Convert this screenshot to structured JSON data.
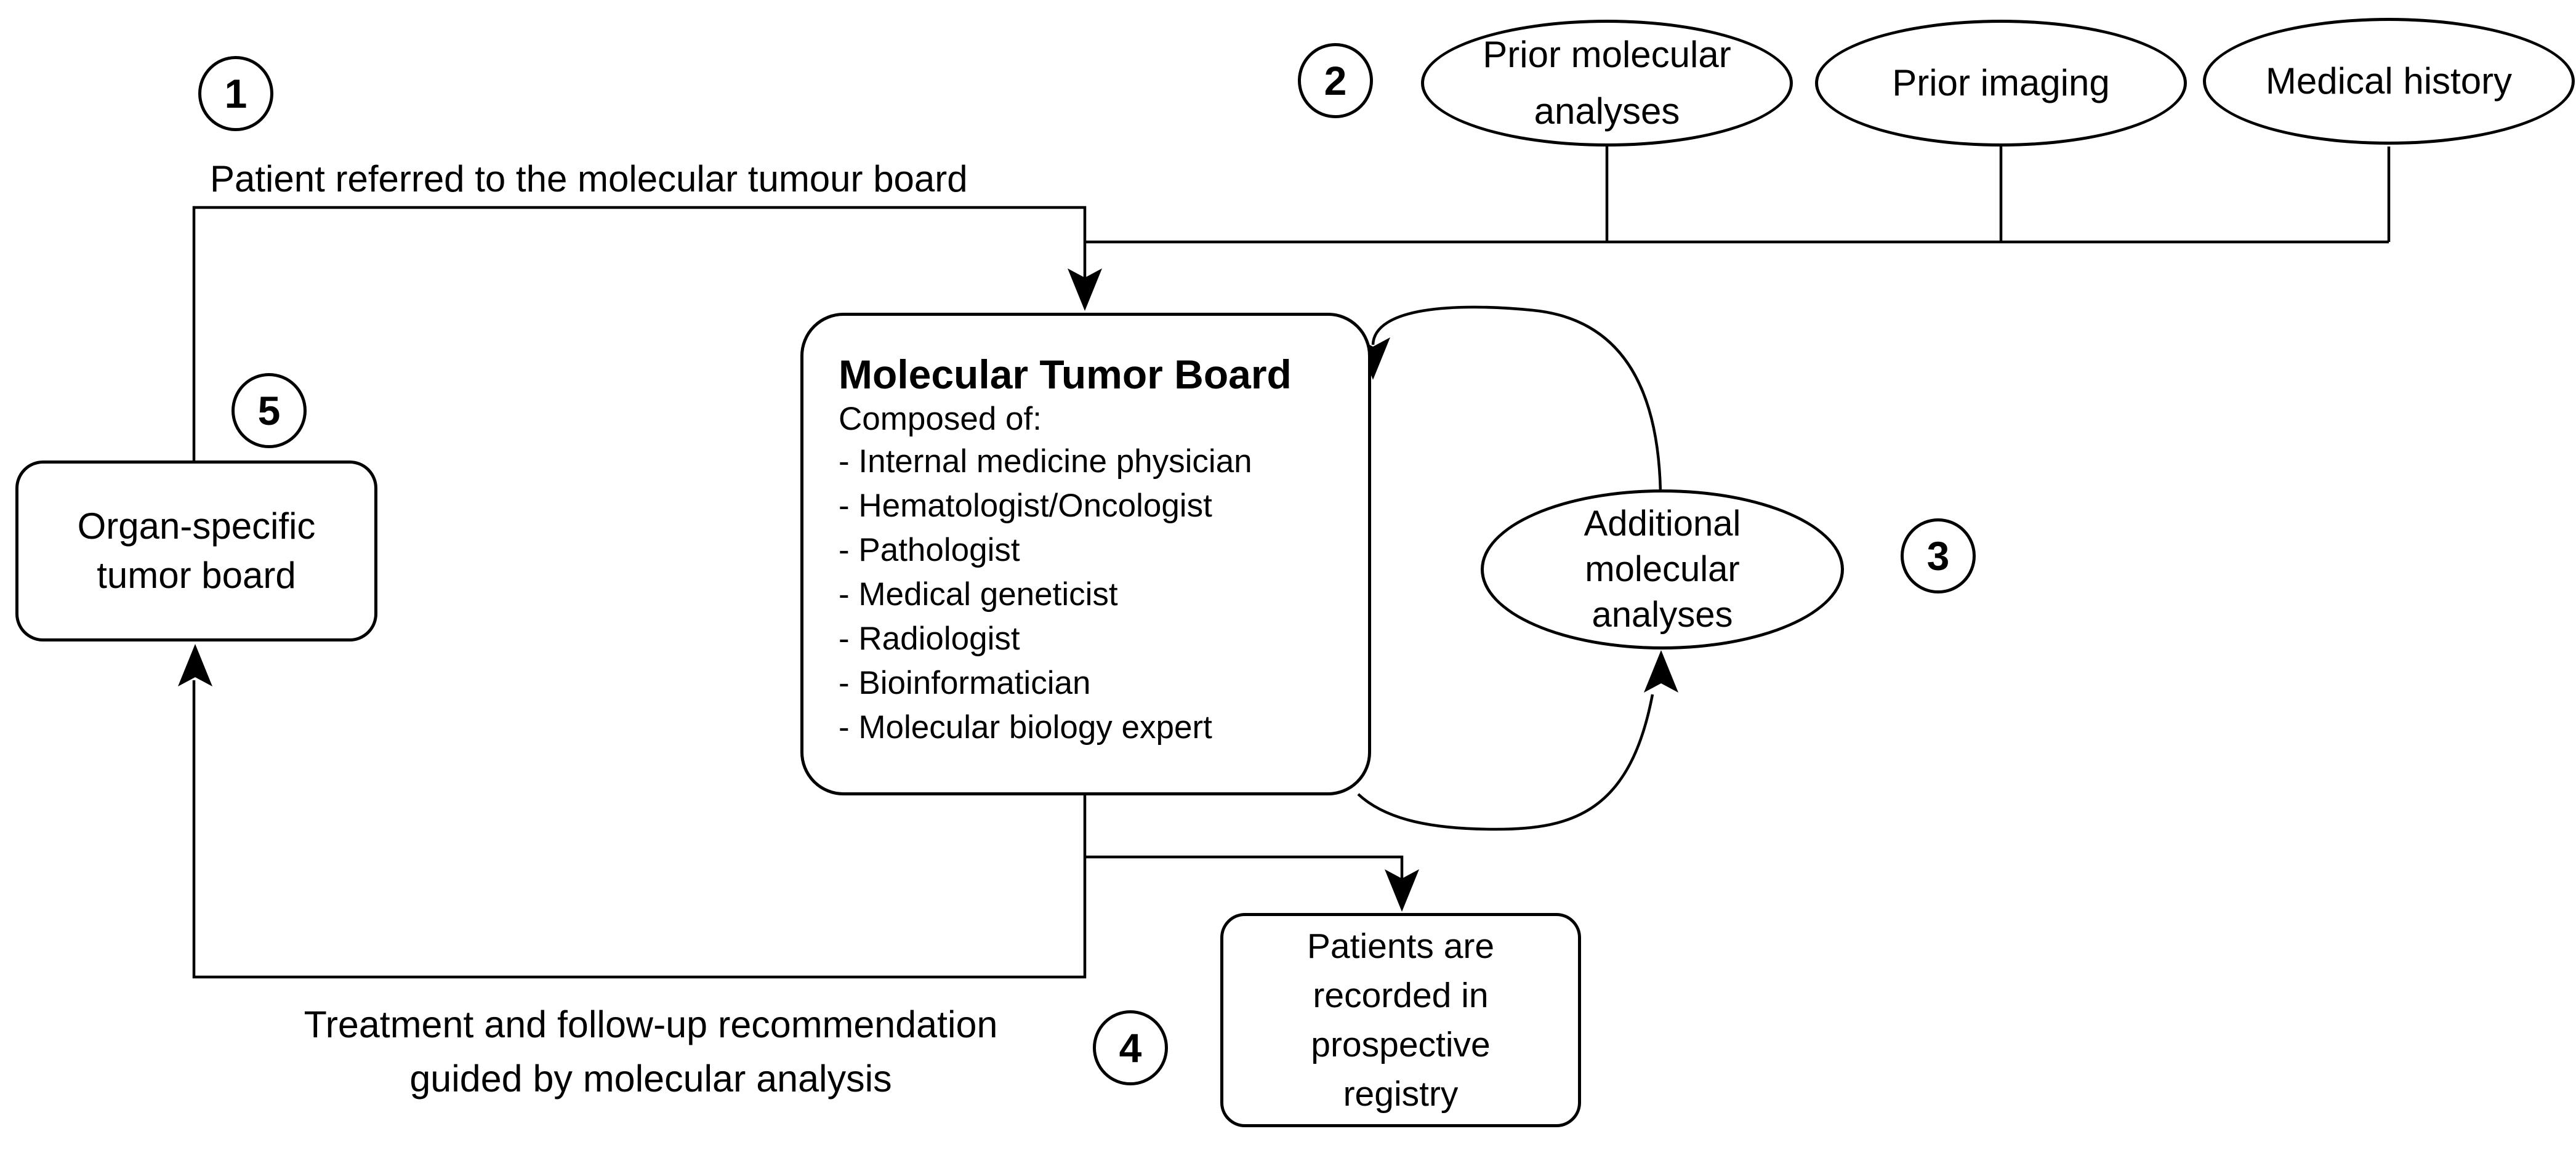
{
  "diagram": {
    "steps": {
      "s1": "1",
      "s2": "2",
      "s3": "3",
      "s4": "4",
      "s5": "5"
    },
    "labels": {
      "referral": "Patient referred to the molecular tumour board",
      "treatment": "Treatment and follow-up recommendation\nguided by molecular analysis"
    },
    "inputs": {
      "prior_molecular": "Prior molecular\nanalyses",
      "prior_imaging": "Prior imaging",
      "medical_history": "Medical history"
    },
    "mtb": {
      "title": "Molecular Tumor Board",
      "subtitle": "Composed of:",
      "members": [
        "- Internal medicine physician",
        "- Hematologist/Oncologist",
        "- Pathologist",
        "- Medical geneticist",
        "- Radiologist",
        "- Bioinformatician",
        "- Molecular biology expert"
      ]
    },
    "organ_board": "Organ-specific\ntumor board",
    "additional_analyses": "Additional\nmolecular\nanalyses",
    "registry": "Patients are\nrecorded in\nprospective\nregistry"
  },
  "colors": {
    "stroke": "#000000",
    "background": "#ffffff",
    "text": "#000000"
  }
}
